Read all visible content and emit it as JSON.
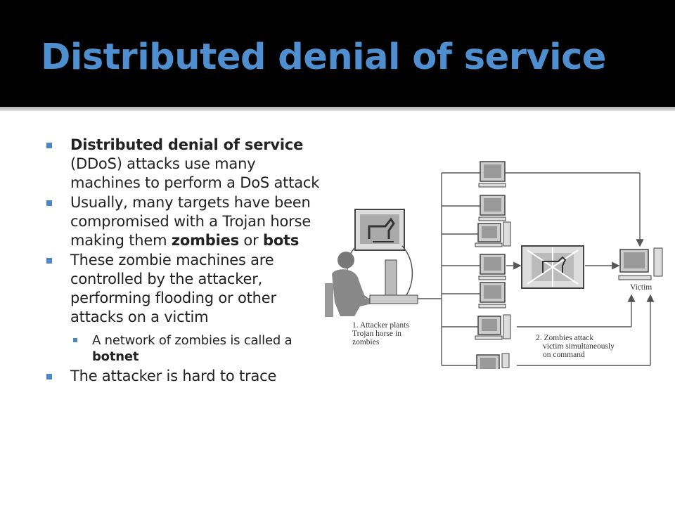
{
  "slide": {
    "title": "Distributed denial of service"
  },
  "bullets": [
    {
      "strong": "Distributed denial of service",
      "text": " (DDoS) attacks use many machines to perform a DoS attack"
    },
    {
      "pre": "Usually, many targets have been compromised with a Trojan horse making them ",
      "strong1": "zombies",
      "mid": " or ",
      "strong2": "bots"
    },
    {
      "text": "These zombie machines are controlled by the attacker, performing flooding or other attacks on a victim",
      "sub": {
        "pre": "A network of zombies is called a ",
        "strong": "botnet"
      }
    },
    {
      "text": "The attacker is hard to trace"
    }
  ],
  "diagram": {
    "attacker_caption": [
      "1.  Attacker plants",
      "Trojan horse in",
      "zombies"
    ],
    "zombie_caption": [
      "2.  Zombies attack",
      "victim simultaneously",
      "on command"
    ],
    "victim_label": "Victim",
    "colors": {
      "line": "#555555",
      "monitor_fill": "#aaaaaa",
      "frame": "#444444",
      "accent": "#4a86c8"
    }
  }
}
